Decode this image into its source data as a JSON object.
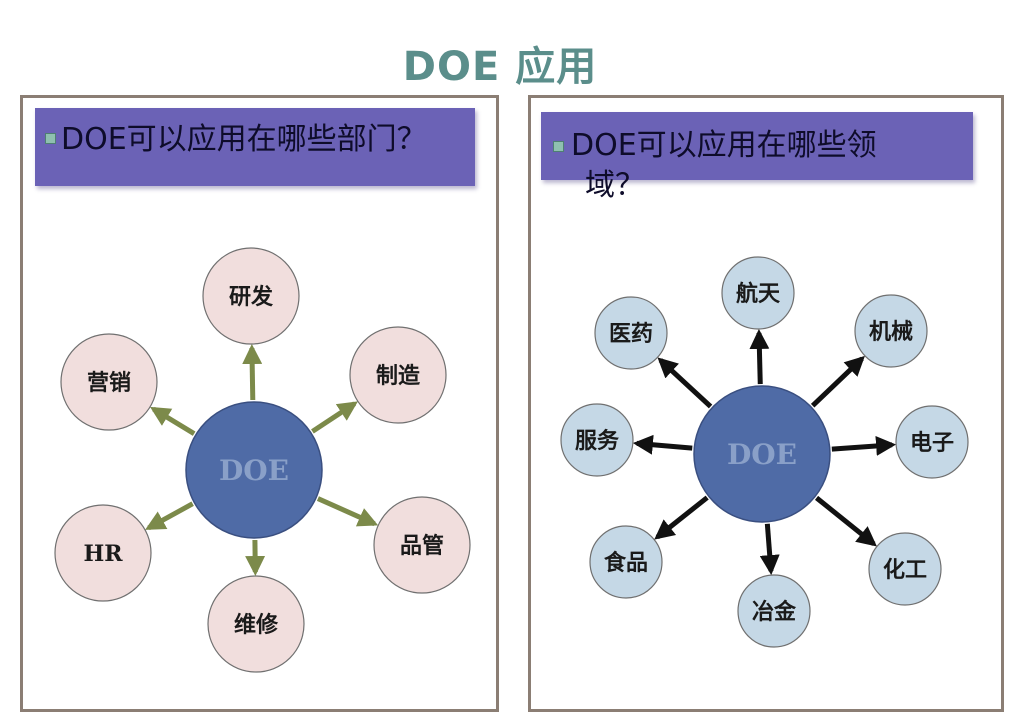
{
  "page": {
    "title": "DOE 应用"
  },
  "left_panel": {
    "question": "DOE可以应用在哪些部门？",
    "hub": "DOE",
    "nodes": [
      "研发",
      "制造",
      "品管",
      "维修",
      "HR",
      "营销"
    ],
    "colors": {
      "node_fill": "#f1dedd",
      "hub_fill": "#4f6ba6",
      "arrow": "#7c8a4a"
    }
  },
  "right_panel": {
    "question_line1": "DOE可以应用在哪些领",
    "question_line2": "域？",
    "hub": "DOE",
    "nodes": [
      "航天",
      "机械",
      "电子",
      "化工",
      "冶金",
      "食品",
      "服务",
      "医药"
    ],
    "colors": {
      "node_fill": "#c5d8e6",
      "hub_fill": "#4f6ba6",
      "arrow": "#111111"
    }
  },
  "colors": {
    "header_bar": "#6b62b6",
    "title": "#5b8e8b",
    "panel_border": "#8b7e74"
  }
}
